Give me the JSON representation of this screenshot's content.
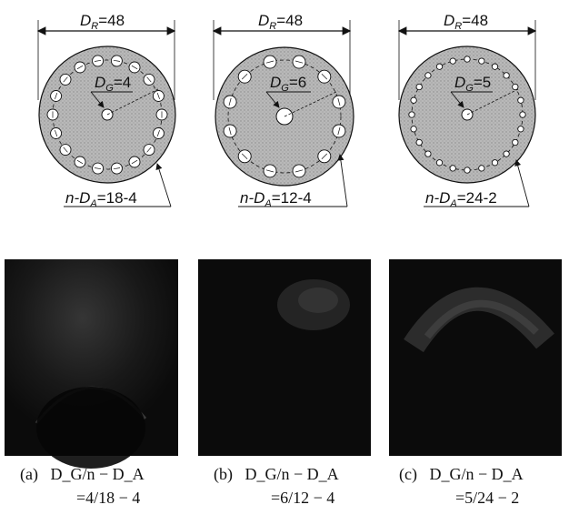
{
  "panels": [
    {
      "id": "a",
      "dr_label": "=48",
      "dg_label": "=4",
      "nda_label": "=18-4",
      "holes": 18,
      "caption_letter": "(a)",
      "caption_formula": "D_G/n − D_A",
      "caption_value": "=4/18 − 4"
    },
    {
      "id": "b",
      "dr_label": "=48",
      "dg_label": "=6",
      "nda_label": "=12-4",
      "holes": 12,
      "caption_letter": "(b)",
      "caption_formula": "D_G/n − D_A",
      "caption_value": "=6/12 − 4"
    },
    {
      "id": "c",
      "dr_label": "=48",
      "dg_label": "=5",
      "nda_label": "=24-2",
      "holes": 24,
      "caption_letter": "(c)",
      "caption_formula": "D_G/n − D_A",
      "caption_value": "=5/24 − 2"
    }
  ],
  "symbols": {
    "dr": "D",
    "dr_sub": "R",
    "dg": "D",
    "dg_sub": "G",
    "nda_prefix": "n-D",
    "nda_sub": "A"
  },
  "colors": {
    "disk_fill": "#b9b9b9",
    "photo_bg": "#0b0b0b"
  }
}
